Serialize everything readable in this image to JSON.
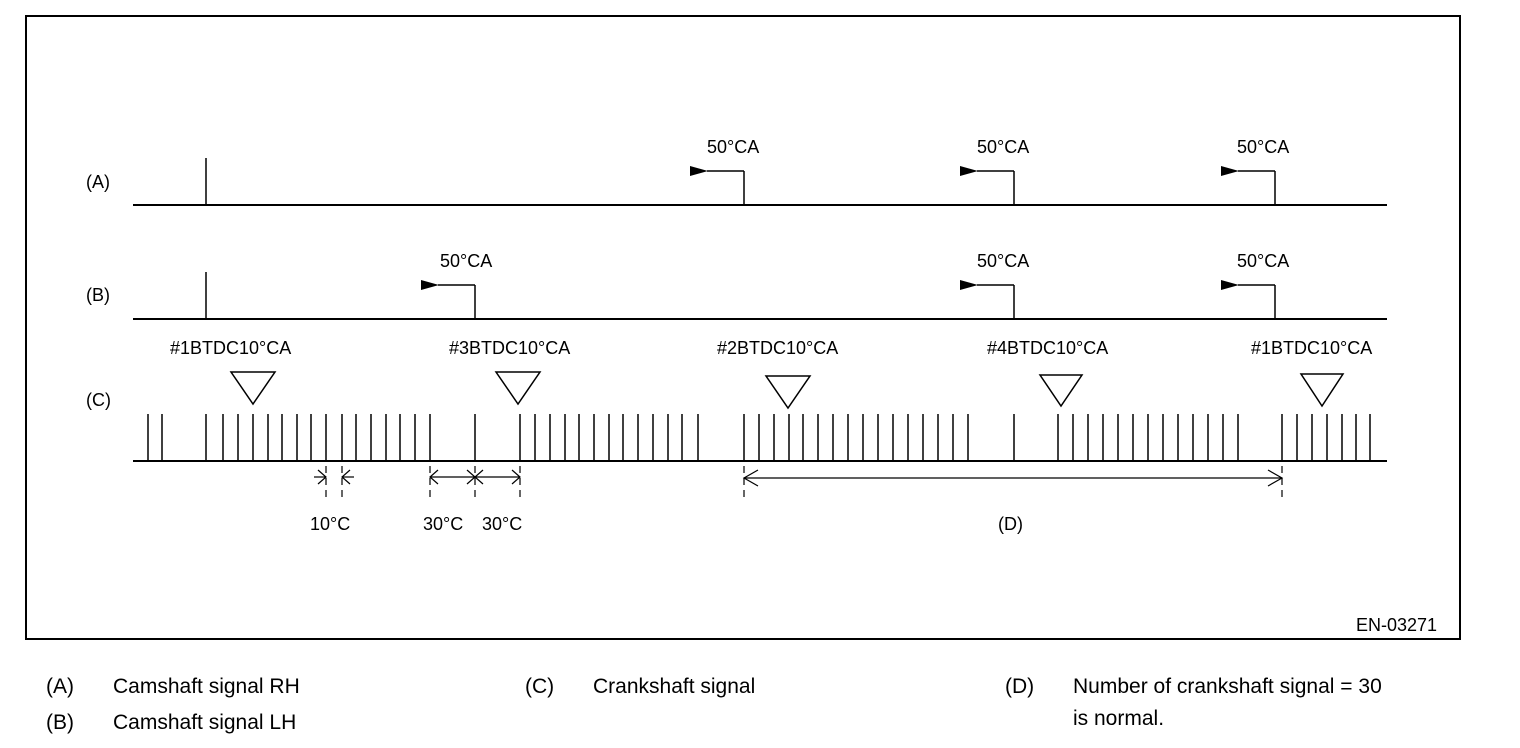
{
  "figure_code": "EN-03271",
  "row_labels": {
    "a": "(A)",
    "b": "(B)",
    "c": "(C)"
  },
  "angle_label": "50°CA",
  "tdc_labels": [
    "#1BTDC10°CA",
    "#3BTDC10°CA",
    "#2BTDC10°CA",
    "#4BTDC10°CA",
    "#1BTDC10°CA"
  ],
  "dimension_labels": {
    "d10": "10°C",
    "d30a": "30°C",
    "d30b": "30°C",
    "span": "(D)"
  },
  "legend": [
    {
      "key": "(A)",
      "text": "Camshaft signal RH"
    },
    {
      "key": "(B)",
      "text": "Camshaft signal LH"
    },
    {
      "key": "(C)",
      "text": "Crankshaft signal"
    },
    {
      "key": "(D)",
      "text": "Number of crankshaft signal = 30",
      "text2": "is normal."
    }
  ]
}
